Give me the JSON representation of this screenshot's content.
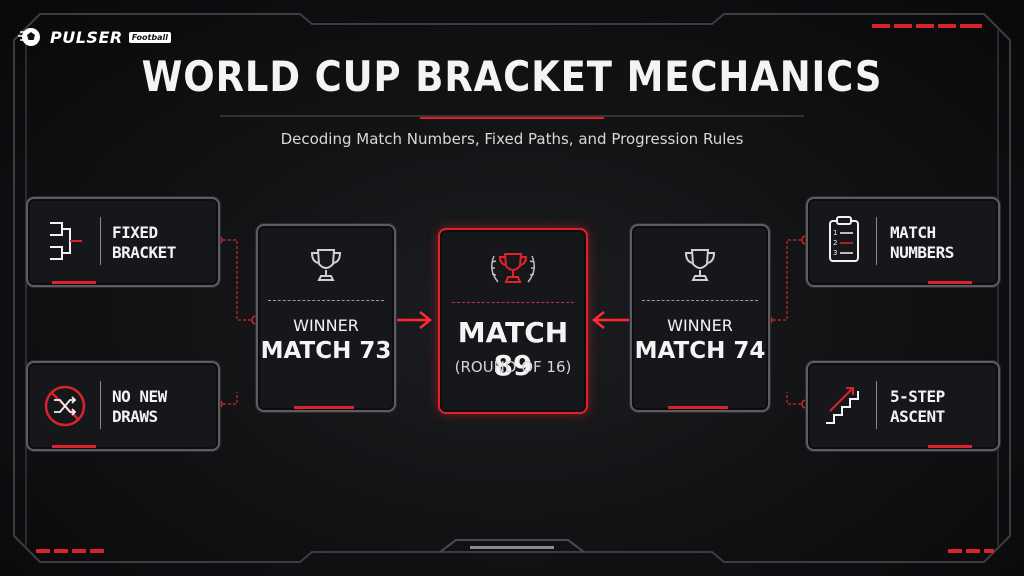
{
  "brand": {
    "name": "PULSER",
    "badge": "Football"
  },
  "title": "WORLD CUP BRACKET MECHANICS",
  "subtitle": "Decoding Match Numbers, Fixed Paths, and Progression Rules",
  "left_cards": [
    {
      "icon": "bracket-icon",
      "line1": "FIXED",
      "line2": "BRACKET"
    },
    {
      "icon": "no-shuffle-icon",
      "line1": "NO NEW",
      "line2": "DRAWS"
    }
  ],
  "right_cards": [
    {
      "icon": "clipboard-list-icon",
      "line1": "MATCH",
      "line2": "NUMBERS"
    },
    {
      "icon": "stairs-up-icon",
      "line1": "5-STEP",
      "line2": "ASCENT"
    }
  ],
  "left_winner": {
    "label": "WINNER",
    "match": "MATCH 73"
  },
  "right_winner": {
    "label": "WINNER",
    "match": "MATCH 74"
  },
  "center": {
    "match": "MATCH 89",
    "round": "(ROUND OF 16)"
  },
  "colors": {
    "accent": "#d9232b",
    "panel": "#16171a",
    "border": "#5b5d62"
  }
}
